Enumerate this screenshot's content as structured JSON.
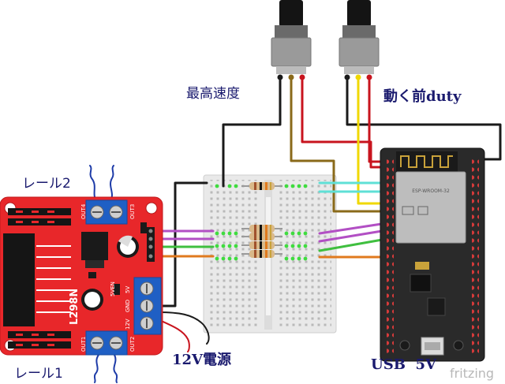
{
  "labels": {
    "max_speed": "最高速度",
    "start_duty": "動く前duty",
    "rail2": "レール2",
    "rail1": "レール1",
    "power_12v": "12V電源",
    "usb_5v": "USB  5V"
  },
  "board": {
    "model": "L298N",
    "out4": "OUT4",
    "out3": "OUT3",
    "out1": "OUT1",
    "out2": "OUT2",
    "v5en": "5VEN",
    "v5": "5V",
    "gnd": "GND",
    "v12": "12V"
  },
  "esp32": {
    "module": "ESP-WROOM-32"
  },
  "watermark": "fritzing",
  "colors": {
    "board_red": "#e8272a",
    "terminal_blue": "#1f5fc4",
    "breadboard": "#e9e9e9",
    "pot_body": "#9a9a9a",
    "esp_board": "#2a2a2a",
    "wire_black": "#1a1a1a",
    "wire_brown": "#8a6a1a",
    "wire_red": "#c8141e",
    "wire_yellow": "#f0d800",
    "wire_cyan": "#5fe0d6",
    "wire_magenta": "#b24fc4",
    "wire_green": "#3fbf3f",
    "wire_orange": "#e07a1e",
    "wire_blue": "#1e3ca8"
  }
}
